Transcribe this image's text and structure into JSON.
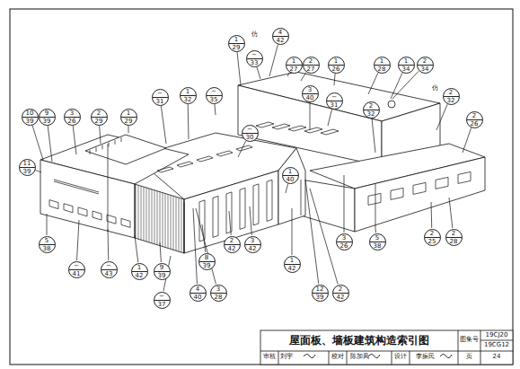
{
  "diagram": {
    "title": "屋面板、墙板建筑构造索引图",
    "nodes": [
      {
        "text": [
          "10",
          "39"
        ]
      },
      {
        "text": [
          "9",
          "39"
        ]
      },
      {
        "text": [
          "3",
          "26"
        ]
      },
      {
        "text": [
          "2",
          "29"
        ]
      },
      {
        "text": [
          "1",
          "29"
        ]
      },
      {
        "text": [
          "11",
          "39"
        ]
      },
      {
        "text": [
          "5",
          "38"
        ]
      },
      {
        "text": [
          "−",
          "41"
        ]
      },
      {
        "text": [
          "−",
          "43"
        ]
      },
      {
        "text": [
          "1",
          "42"
        ]
      },
      {
        "text": [
          "9",
          "39"
        ]
      },
      {
        "text": [
          "−",
          "37"
        ]
      },
      {
        "text": [
          "−",
          "31"
        ]
      },
      {
        "text": [
          "1",
          "32"
        ]
      },
      {
        "text": [
          "−",
          "35"
        ]
      },
      {
        "text": [
          "1",
          "29"
        ]
      },
      {
        "text": [
          "4",
          "42"
        ]
      },
      {
        "text": [
          "−",
          "33"
        ]
      },
      {
        "text": [
          "1",
          "27"
        ]
      },
      {
        "text": [
          "2",
          "27"
        ]
      },
      {
        "text": [
          "1",
          "26"
        ]
      },
      {
        "text": [
          "1",
          "28"
        ]
      },
      {
        "text": [
          "1",
          "34"
        ]
      },
      {
        "text": [
          "2",
          "34"
        ]
      },
      {
        "text": [
          "3",
          "40"
        ]
      },
      {
        "text": [
          "−",
          "31"
        ]
      },
      {
        "text": [
          "2",
          "32"
        ]
      },
      {
        "text": [
          "2",
          "32"
        ]
      },
      {
        "text": [
          "2",
          "26"
        ]
      },
      {
        "text": [
          "−",
          "30"
        ]
      },
      {
        "text": [
          "1",
          "40"
        ]
      },
      {
        "text": [
          "8",
          "39"
        ]
      },
      {
        "text": [
          "2",
          "42"
        ]
      },
      {
        "text": [
          "3",
          "42"
        ]
      },
      {
        "text": [
          "4",
          "40"
        ]
      },
      {
        "text": [
          "3",
          "28"
        ]
      },
      {
        "text": [
          "1",
          "42"
        ]
      },
      {
        "text": [
          "12",
          "39"
        ]
      },
      {
        "text": [
          "2",
          "42"
        ]
      },
      {
        "text": [
          "3",
          "26"
        ]
      },
      {
        "text": [
          "5",
          "38"
        ]
      },
      {
        "text": [
          "2",
          "25"
        ]
      },
      {
        "text": [
          "2",
          "28"
        ]
      }
    ],
    "labels": [
      "仿",
      "仿",
      "审核",
      "刘宇",
      "校对",
      "陈加凤",
      "设计",
      "李振民",
      "图集号",
      "19CJ20",
      "19CG12",
      "页",
      "24"
    ]
  }
}
